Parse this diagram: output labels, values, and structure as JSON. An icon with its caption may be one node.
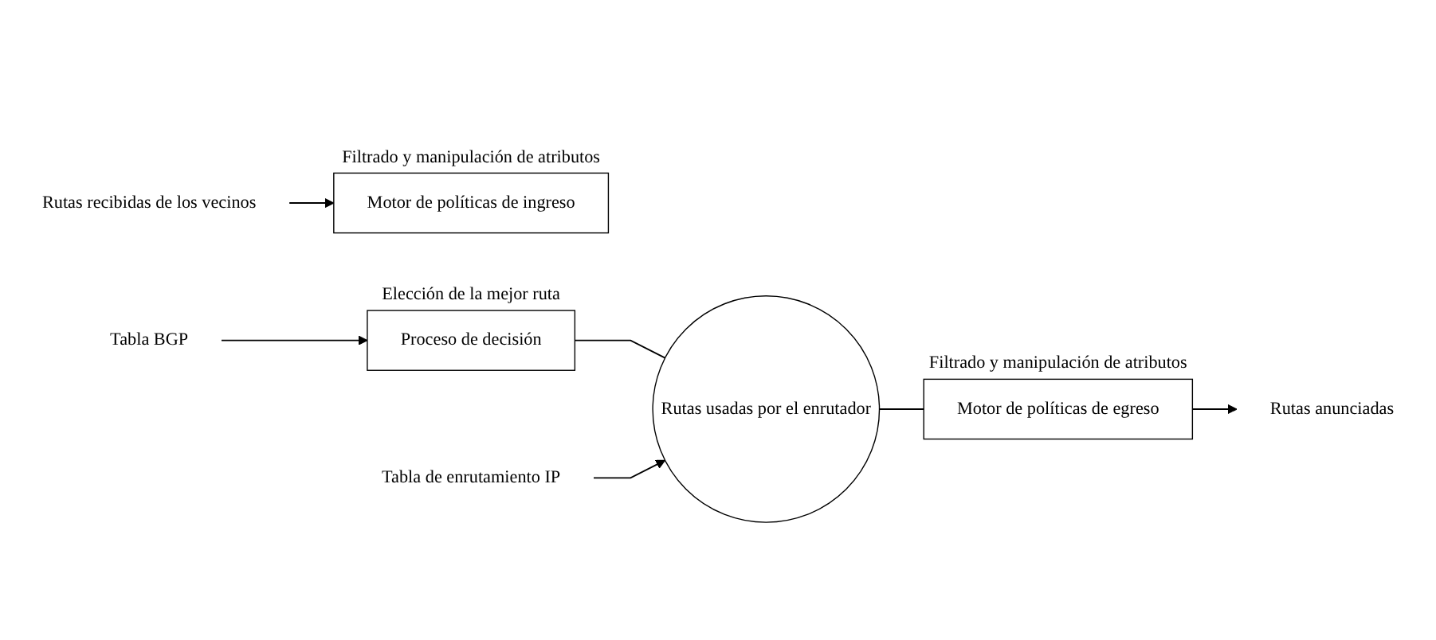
{
  "diagram": {
    "nodes": [
      {
        "text": [
          "Rutas recibidas de los vecinos"
        ]
      },
      {
        "text": [
          "Motor de políticas de ingreso"
        ],
        "beside": [
          "Filtrado y manipulación de atributos"
        ]
      },
      {
        "text": [
          "Proceso de decisión"
        ],
        "beside": [
          "Elección de la mejor ruta"
        ]
      },
      {
        "text": [
          "Tabla BGP"
        ]
      },
      {
        "text": [
          "Rutas usadas por el enrutador"
        ]
      },
      {
        "text": [
          "Tabla de enrutamiento IP"
        ]
      },
      {
        "text": [
          "Motor de políticas de egreso"
        ],
        "beside": [
          "Filtrado y manipulación de atributos"
        ]
      },
      {
        "text": [
          "Rutas anunciadas"
        ]
      }
    ],
    "edges": [
      {
        "from": 0,
        "to": 1,
        "arrow": "to"
      },
      {
        "from": 3,
        "to": 2,
        "arrow": "to"
      },
      {
        "from": 2,
        "to": 4,
        "arrow": "none"
      },
      {
        "from": 5,
        "to": 4,
        "arrow": "to"
      },
      {
        "from": 4,
        "to": 6,
        "arrow": "none"
      },
      {
        "from": 6,
        "to": 7,
        "arrow": "to"
      }
    ]
  }
}
